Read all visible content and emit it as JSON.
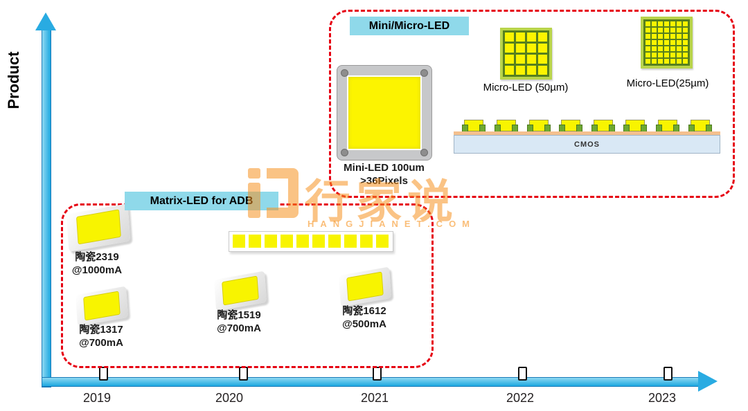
{
  "axes": {
    "y_label": "Product",
    "years": [
      "2019",
      "2020",
      "2021",
      "2022",
      "2023"
    ]
  },
  "groups": {
    "matrix": {
      "label": "Matrix-LED for ADB",
      "chips": [
        {
          "line1": "陶瓷2319",
          "line2": "@1000mA"
        },
        {
          "line1": "陶瓷1317",
          "line2": "@700mA"
        },
        {
          "line1": "陶瓷1519",
          "line2": "@700mA"
        },
        {
          "line1": "陶瓷1612",
          "line2": "@500mA"
        }
      ]
    },
    "mini_micro": {
      "label": "Mini/Micro-LED",
      "mini_led": {
        "line1": "Mini-LED 100um",
        "line2": ">36Pixels"
      },
      "micro_led_50": "Micro-LED (50µm)",
      "micro_led_25": "Micro-LED(25µm)",
      "cmos_label": "CMOS"
    }
  },
  "watermark": {
    "brand": "行家说",
    "domain": "HANGJIANET.COM"
  },
  "colors": {
    "axis_cyan": "#29abe2",
    "group_border_red": "#e60012",
    "header_cyan": "#8fd9ea",
    "led_yellow": "#f8f400",
    "frame_green": "#57801e",
    "watermark_orange": "#f69220"
  }
}
